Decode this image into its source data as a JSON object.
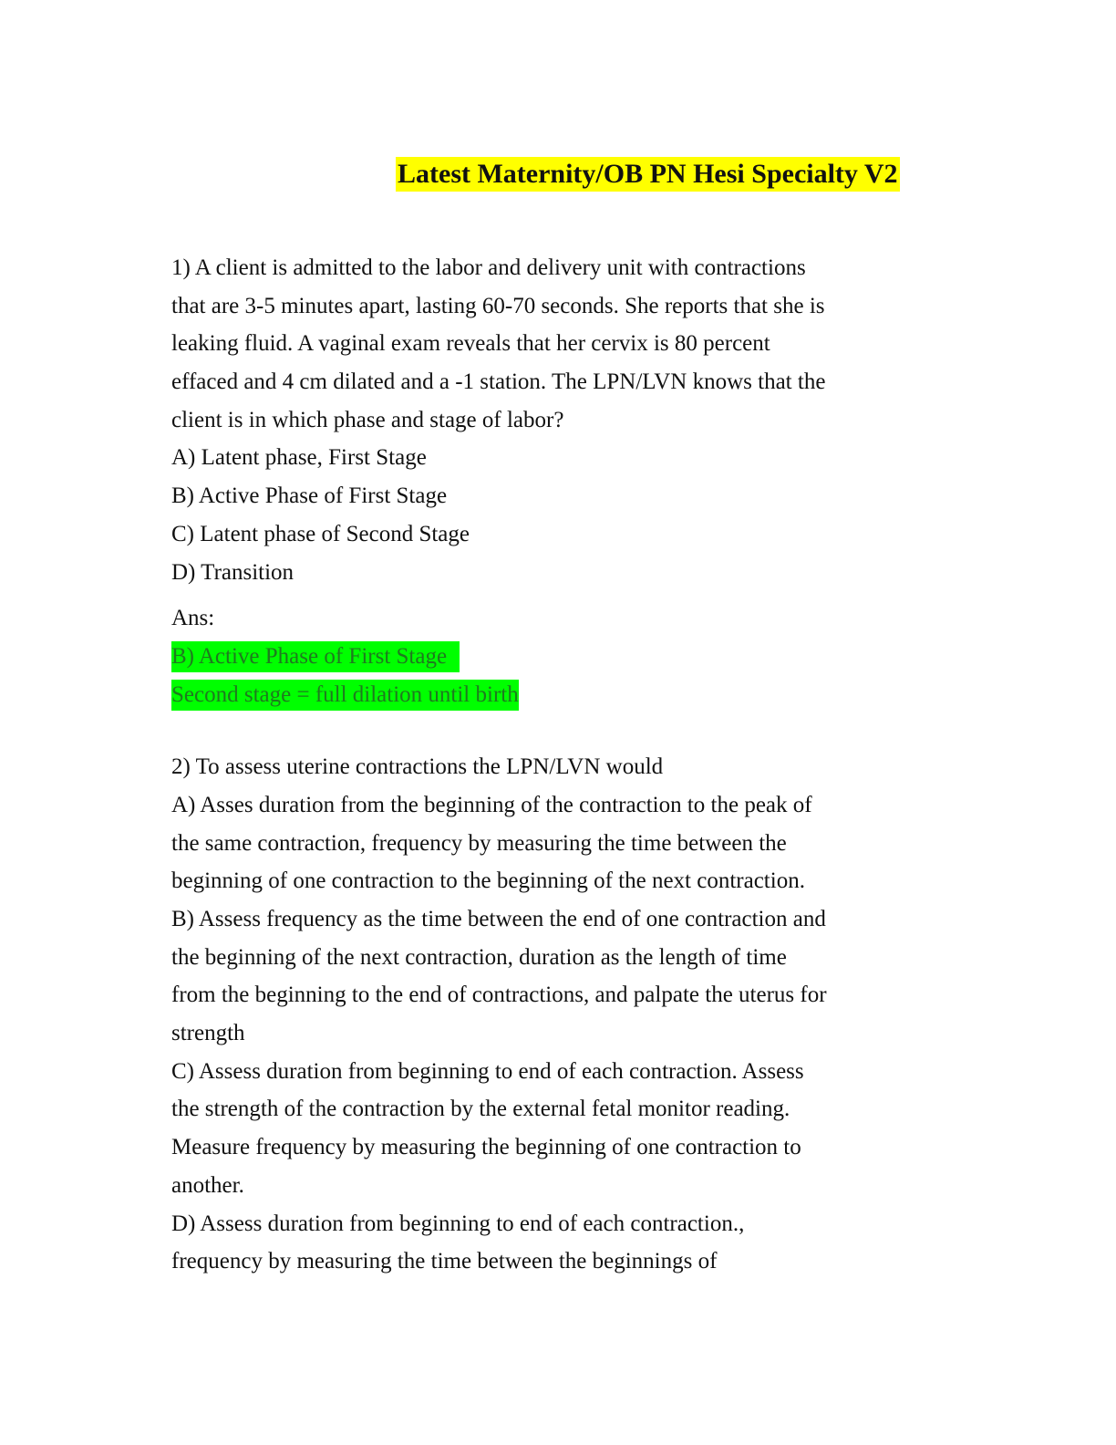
{
  "document": {
    "title": "Latest Maternity/OB PN Hesi Specialty V2",
    "questions": [
      {
        "lines": [
          "1) A client is admitted to the labor and delivery unit with contractions",
          "that are 3-5 minutes apart, lasting 60-70 seconds. She reports that she is",
          "leaking fluid. A vaginal exam reveals that her cervix is 80 percent",
          "effaced and 4 cm dilated and a -1 station. The LPN/LVN knows that the",
          "client is in which phase and stage of labor?"
        ],
        "options": [
          "A) Latent phase, First Stage",
          "B) Active Phase of First Stage",
          "C) Latent phase of Second Stage",
          "D) Transition"
        ],
        "answer_label": "Ans:",
        "answer_lines": [
          "B) Active Phase of First Stage",
          "Second stage = full dilation until birth"
        ]
      },
      {
        "lines": [
          "2) To assess uterine contractions the LPN/LVN would",
          "A) Asses duration from the beginning of the contraction to the peak of",
          "the same contraction, frequency by measuring the time between the",
          "beginning of one contraction to the beginning of the next contraction.",
          "B) Assess frequency as the time between the end of one contraction and",
          "the beginning of the next contraction, duration as the length of time",
          "from the beginning to the end of contractions, and palpate the uterus for",
          "strength",
          "C) Assess duration from beginning to end of each contraction. Assess",
          "the strength of the contraction by the external fetal monitor reading.",
          "Measure frequency by measuring the beginning of one contraction to",
          "another.",
          "D) Assess duration from beginning to end of each contraction.,",
          "frequency by measuring the time between the beginnings of"
        ]
      }
    ]
  },
  "colors": {
    "title_highlight": "#ffff00",
    "answer_highlight": "#00ff00",
    "answer_text": "#1f7a1f"
  }
}
